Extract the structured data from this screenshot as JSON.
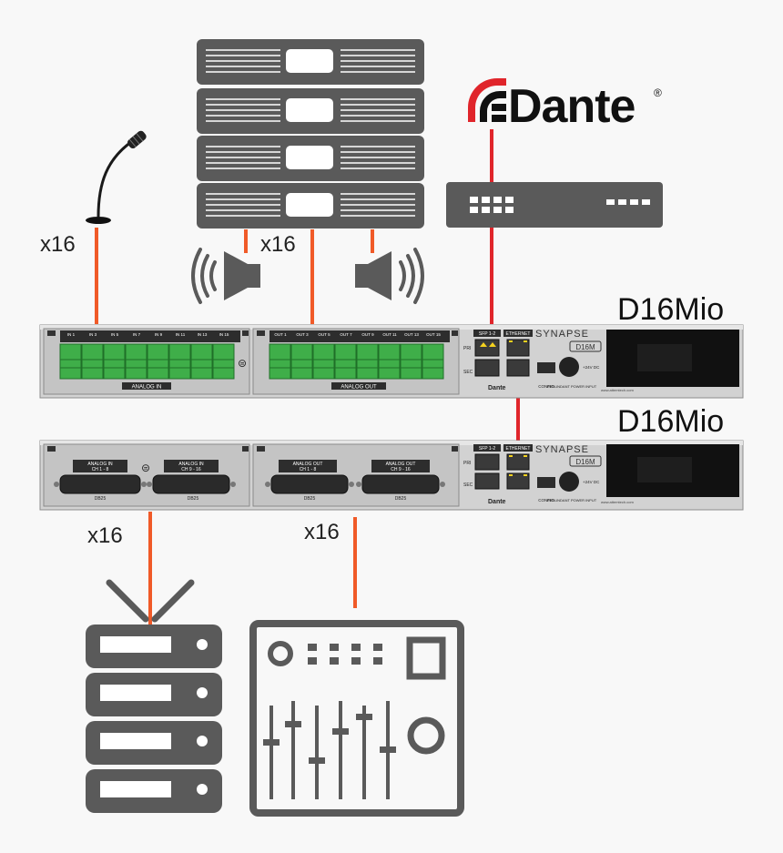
{
  "colors": {
    "background": "#f8f8f8",
    "icon_gray": "#5a5a5a",
    "cable_orange": "#f05a28",
    "cable_red": "#e0252b",
    "terminal_green": "#3fae49",
    "rack_silver": "#c9c9c9"
  },
  "labels": {
    "mic_count": "x16",
    "amp_count": "x16",
    "recorder_count": "x16",
    "mixer_count": "x16"
  },
  "logo": {
    "text": "Dante",
    "registered": "®"
  },
  "devices": {
    "unit_top": {
      "model_label": "D16Mio",
      "brand": "SYNAPSE",
      "badge": "D16M",
      "module_a_caption": "ANALOG IN",
      "module_b_caption": "ANALOG OUT",
      "in_channels": [
        "IN 1",
        "IN 3",
        "IN 5",
        "IN 7",
        "IN 9",
        "IN 11",
        "IN 13",
        "IN 15"
      ],
      "out_channels": [
        "OUT 1",
        "OUT 3",
        "OUT 5",
        "OUT 7",
        "OUT 9",
        "OUT 11",
        "OUT 13",
        "OUT 15"
      ],
      "sfp_label": "SFP 1-2",
      "ethernet_label": "ETHERNET",
      "pri_label": "PRI",
      "sec_label": "SEC",
      "dante_small": "Dante",
      "config_label": "CONFIG",
      "power_label": "REDUNDANT POWER INPUT",
      "dc_label": "+24V DC",
      "url": "www.attemtech.com"
    },
    "unit_bottom": {
      "model_label": "D16Mio",
      "brand": "SYNAPSE",
      "badge": "D16M",
      "connectors": [
        {
          "title": "ANALOG IN",
          "range": "CH 1 - 8",
          "type": "DB25"
        },
        {
          "title": "ANALOG IN",
          "range": "CH 9 - 16",
          "type": "DB25"
        },
        {
          "title": "ANALOG OUT",
          "range": "CH 1 - 8",
          "type": "DB25"
        },
        {
          "title": "ANALOG OUT",
          "range": "CH 9 - 16",
          "type": "DB25"
        }
      ],
      "sfp_label": "SFP 1-2",
      "ethernet_label": "ETHERNET",
      "pri_label": "PRI",
      "sec_label": "SEC",
      "dante_small": "Dante",
      "config_label": "CONFIG",
      "power_label": "REDUNDANT POWER INPUT",
      "dc_label": "+24V DC",
      "url": "www.attemtech.com"
    }
  },
  "icons": {
    "microphone": "microphone-icon",
    "amplifier_rack": "amplifier-rack-icon",
    "speaker_left": "speaker-icon",
    "speaker_right": "speaker-icon",
    "network_switch": "network-switch-icon",
    "recorder_server": "recorder-server-icon",
    "mixing_console": "mixing-console-icon"
  }
}
